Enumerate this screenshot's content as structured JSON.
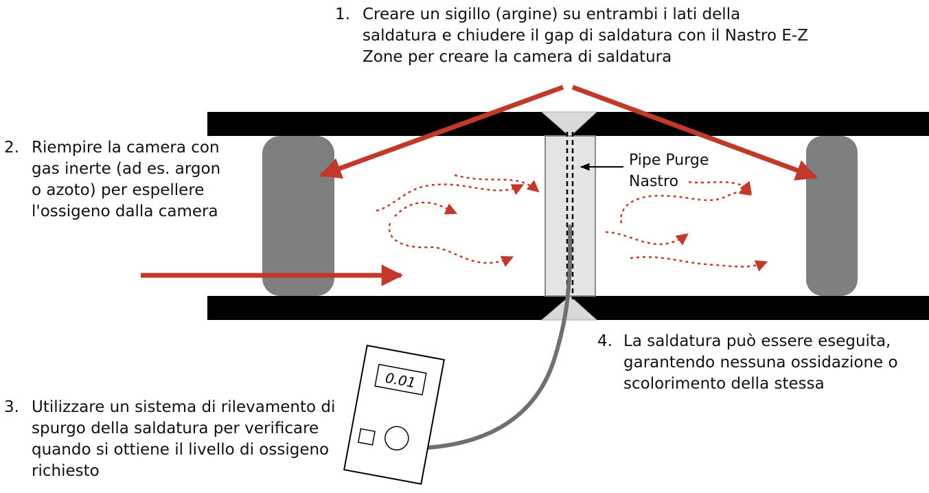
{
  "steps": [
    {
      "number": "1.",
      "text": "Creare un sigillo (argine) su entrambi i lati della saldatura e chiudere il gap di saldatura con il Nastro E-Z Zone per creare la camera di saldatura"
    },
    {
      "number": "2.",
      "text": "Riempire la camera con gas inerte (ad es. argon o azoto) per espellere l'ossigeno dalla camera"
    },
    {
      "number": "3.",
      "text": "Utilizzare un sistema di rilevamento di spurgo della saldatura per verificare quando si ottiene il livello di ossigeno richiesto"
    },
    {
      "number": "4.",
      "text": "La saldatura può essere eseguita, garantendo nessuna ossidazione o scolorimento della stessa"
    }
  ],
  "tape_label": {
    "line1": "Pipe Purge",
    "line2": "Nastro"
  },
  "meter": {
    "reading": "0.01"
  },
  "colors": {
    "pipe_wall": "#000000",
    "seal": "#7f7f7f",
    "arrow": "#c0392b",
    "gas_flow": "#c0392b",
    "tape_strip": "#e4e4e4",
    "weld_gap": "#d9d9d9",
    "sensor_tube": "#707070"
  },
  "icons": {
    "meter": "oxygen-meter-icon",
    "knob": "meter-knob-icon",
    "button": "meter-button-icon"
  }
}
